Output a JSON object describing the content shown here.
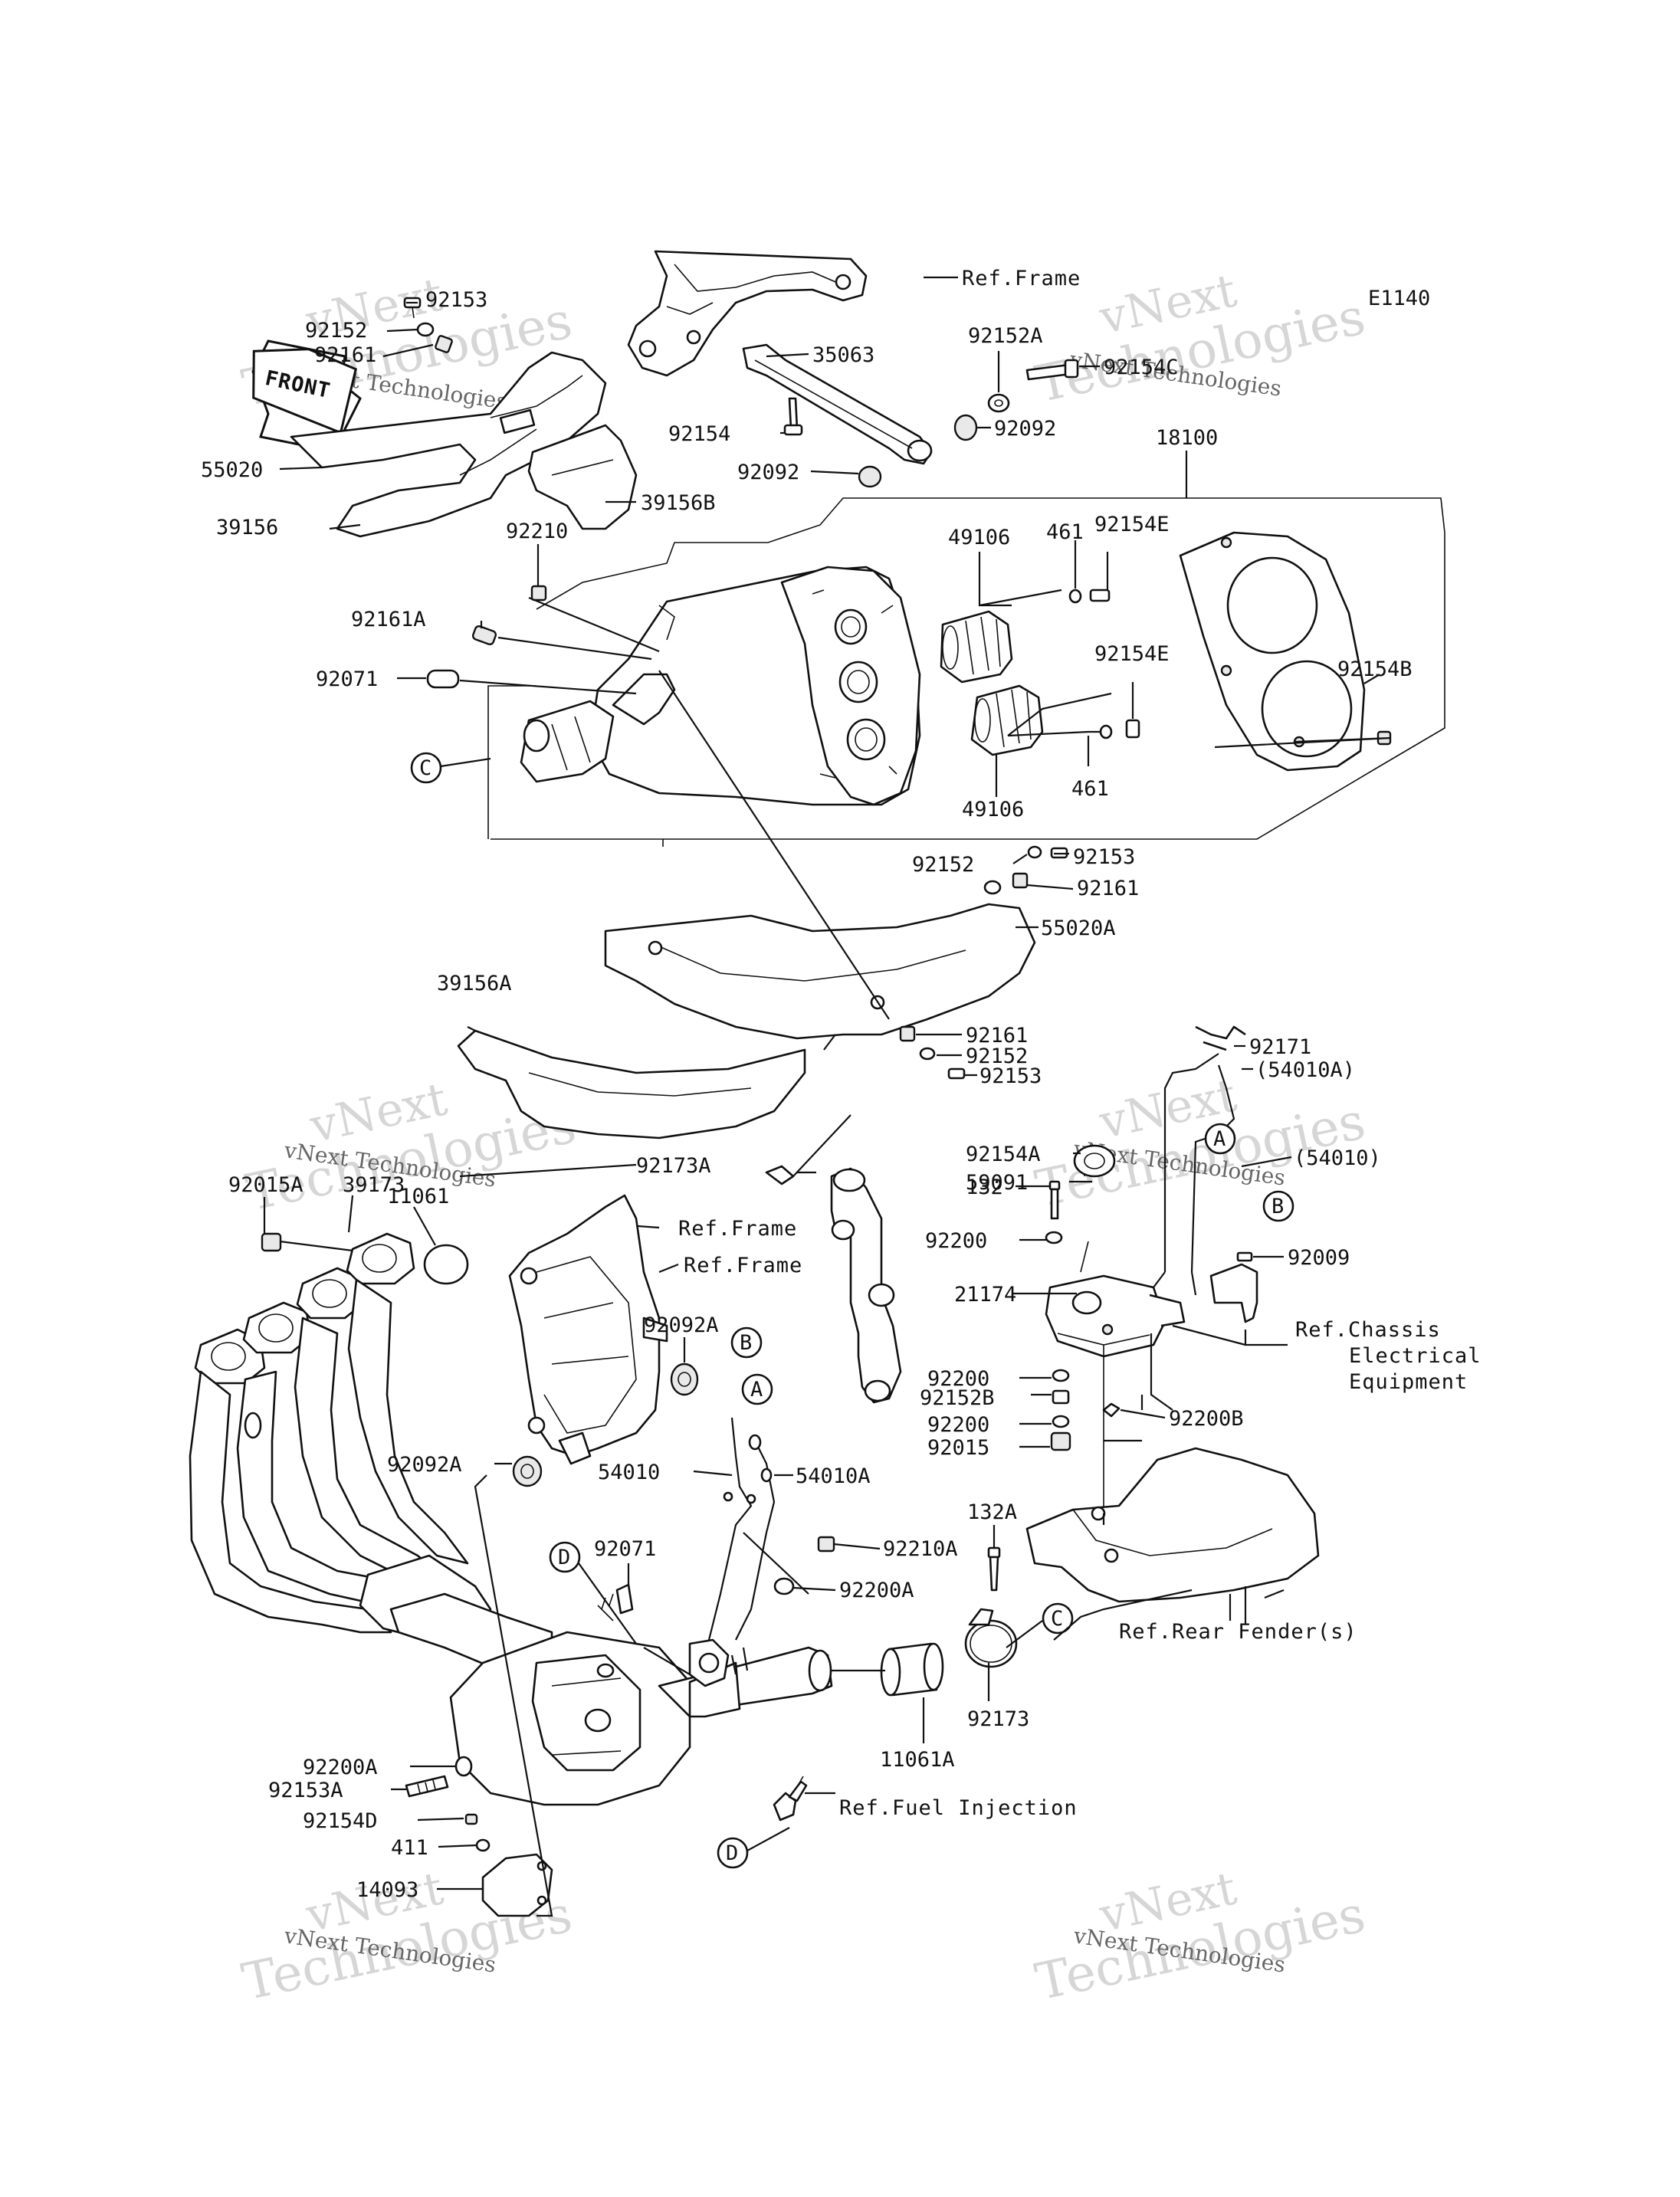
{
  "diagram_code": "E1140",
  "front_badge": "FRONT",
  "watermark": {
    "line1": "vNext",
    "line2": "Technologies",
    "caption": "vNext Technologies"
  },
  "refs": {
    "frame_top": "Ref.Frame",
    "frame_mid1": "Ref.Frame",
    "frame_mid2": "Ref.Frame",
    "chassis1": "Ref.Chassis",
    "chassis2": "Electrical",
    "chassis3": "Equipment",
    "rear_fender": "Ref.Rear Fender(s)",
    "fuel_injection": "Ref.Fuel Injection"
  },
  "callouts": {
    "A": "A",
    "B": "B",
    "C": "C",
    "D": "D"
  },
  "parts": {
    "p92153_top": "92153",
    "p92152_top": "92152",
    "p92161_top": "92161",
    "p55020": "55020",
    "p39156": "39156",
    "p39156B": "39156B",
    "p92210": "92210",
    "p92161A": "92161A",
    "p92071_top": "92071",
    "p35063": "35063",
    "p92152A": "92152A",
    "p92154C": "92154C",
    "p92154_top": "92154",
    "p92092_r": "92092",
    "p92092_l": "92092",
    "p18100": "18100",
    "p49106_top": "49106",
    "p461_top": "461",
    "p92154E_top": "92154E",
    "p92154E_mid": "92154E",
    "p92154B": "92154B",
    "p49106_bot": "49106",
    "p461_bot": "461",
    "p92152_mid": "92152",
    "p92153_mid": "92153",
    "p92161_mid": "92161",
    "p55020A": "55020A",
    "p39156A": "39156A",
    "p92161_low": "92161",
    "p92152_low": "92152",
    "p92153_low": "92153",
    "p92171": "92171",
    "p54010A_par": "(54010A)",
    "p92154A": "92154A",
    "p59091": "59091",
    "p54010_par": "(54010)",
    "p92015A": "92015A",
    "p39173": "39173",
    "p11061": "11061",
    "p92173A": "92173A",
    "p132": "132",
    "p92200_1": "92200",
    "p92009": "92009",
    "p21174": "21174",
    "p92092A_r": "92092A",
    "p92200_2": "92200",
    "p92152B": "92152B",
    "p92200_3": "92200",
    "p92200B": "92200B",
    "p92015": "92015",
    "p54010": "54010",
    "p54010A": "54010A",
    "p92092A_l": "92092A",
    "p132A": "132A",
    "p92071_low": "92071",
    "p92210A": "92210A",
    "p92200A_r": "92200A",
    "p92200A_l": "92200A",
    "p92153A": "92153A",
    "p92154D": "92154D",
    "p411": "411",
    "p14093": "14093",
    "p11061A": "11061A",
    "p92173": "92173"
  }
}
